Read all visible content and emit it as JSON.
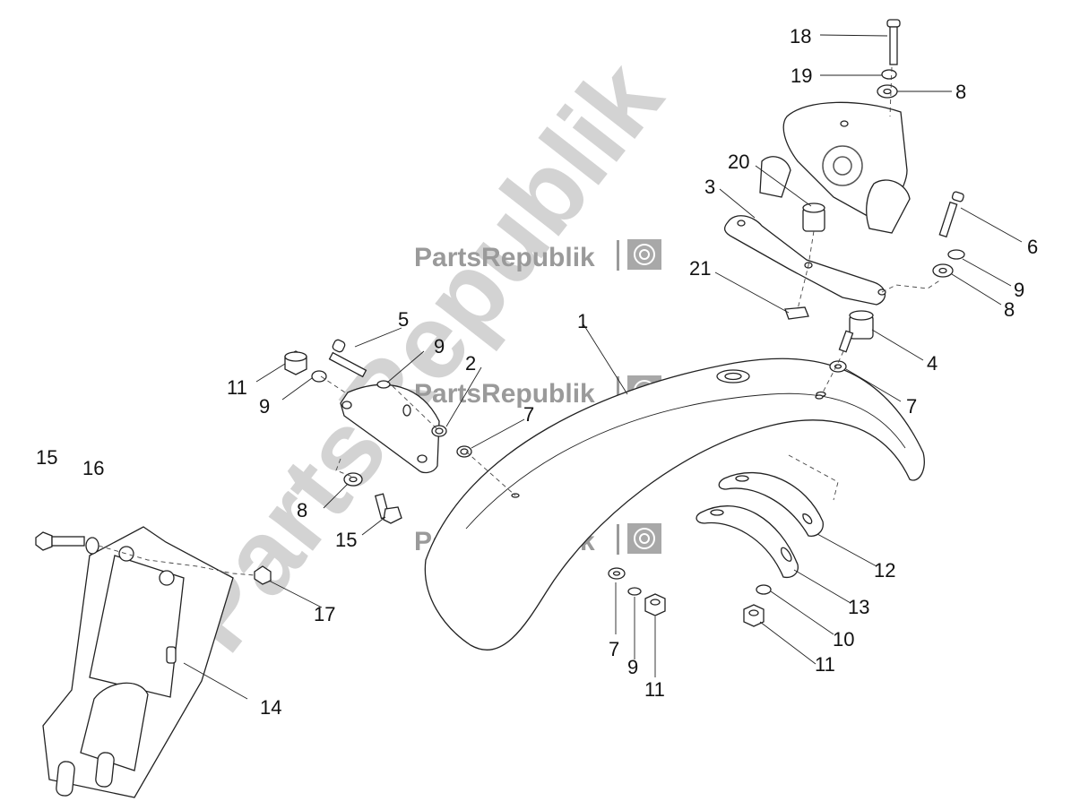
{
  "watermark": {
    "brand": "PartsRepublik",
    "diagonal": "PartsRepublik",
    "color": "#9a9a9a"
  },
  "callouts": [
    "1",
    "2",
    "3",
    "4",
    "5",
    "6",
    "7",
    "8",
    "9",
    "10",
    "11",
    "12",
    "13",
    "14",
    "15",
    "16",
    "17",
    "18",
    "19",
    "20",
    "21"
  ],
  "labels": {
    "c18": "18",
    "c19": "19",
    "c8a": "8",
    "c20": "20",
    "c3": "3",
    "c6": "6",
    "c9a": "9",
    "c8b": "8",
    "c21": "21",
    "c4": "4",
    "c7a": "7",
    "c1": "1",
    "c5": "5",
    "c9b": "9",
    "c2": "2",
    "c7b": "7",
    "c11a": "11",
    "c9c": "9",
    "c15a": "15",
    "c16": "16",
    "c8c": "8",
    "c15b": "15",
    "c17": "17",
    "c12": "12",
    "c13": "13",
    "c10": "10",
    "c11b": "11",
    "c14": "14",
    "c7c": "7",
    "c9d": "9",
    "c11c": "11"
  }
}
